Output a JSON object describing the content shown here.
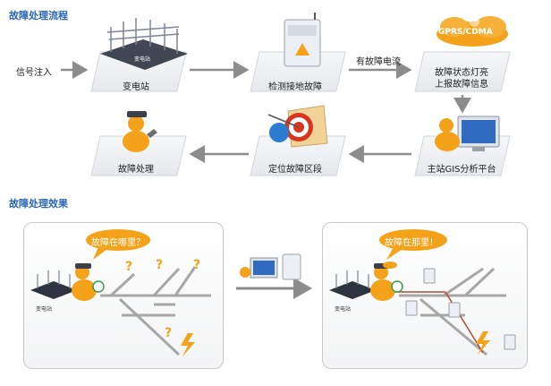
{
  "sections": {
    "process_title": "故障处理流程",
    "effect_title": "故障处理效果"
  },
  "flow": {
    "input_label": "信号注入",
    "substation": "变电站",
    "detect": "检测接地故障",
    "current_label": "有故障电流",
    "gprs_cloud": "GPRS/CDMA",
    "status_line1": "故障状态灯亮",
    "status_line2": "上报故障信息",
    "gis": "主站GIS分析平台",
    "locate": "定位故障区段",
    "handle": "故障处理"
  },
  "effect": {
    "left_bubble": "故障在哪里？",
    "right_bubble": "故障在那里！",
    "left_station": "变电站",
    "right_station": "变电站"
  },
  "colors": {
    "title_blue": "#2a66b5",
    "arrow_gray": "#8c8c8c",
    "box_fill": "#eef0f3",
    "line_gray": "#a7a7a7",
    "accent_orange": "#f3a21a",
    "wire_red": "#b04a3a"
  }
}
